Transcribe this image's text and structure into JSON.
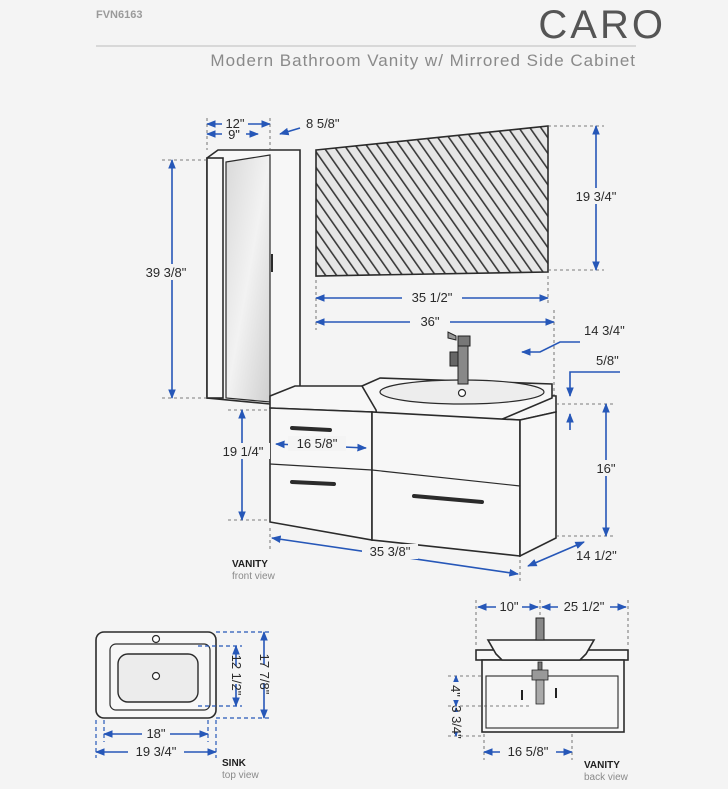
{
  "header": {
    "model": "FVN6163",
    "brand": "CARO",
    "subtitle": "Modern Bathroom Vanity w/ Mirrored Side Cabinet"
  },
  "dimensions": {
    "cab_width": "12\"",
    "cab_depth": "9\"",
    "cab_side": "8 5/8\"",
    "cab_height": "39 3/8\"",
    "mirror_height": "19 3/4\"",
    "mirror_width": "35 1/2\"",
    "overall_width": "36\"",
    "counter_depth": "14 3/4\"",
    "counter_thick": "5/8\"",
    "vanity_height": "16\"",
    "vanity_depth": "14 1/2\"",
    "drawer_width": "16 5/8\"",
    "vanity_left_h": "19 1/4\"",
    "vanity_width": "35 3/8\"",
    "sink_h_outer": "17 7/8\"",
    "sink_h_inner": "12 1/2\"",
    "sink_w_inner": "18\"",
    "sink_w_outer": "19 3/4\"",
    "back_left": "10\"",
    "back_right": "25 1/2\"",
    "back_h1": "4\"",
    "back_h2": "3 3/4\"",
    "back_bottom": "16 5/8\""
  },
  "labels": {
    "vanity_front": {
      "title": "VANITY",
      "view": "front view"
    },
    "sink_top": {
      "title": "SINK",
      "view": "top view"
    },
    "vanity_back": {
      "title": "VANITY",
      "view": "back view"
    }
  },
  "colors": {
    "dimension_line": "#2657b8",
    "outline": "#2b2b2b",
    "background": "#f4f4f4"
  }
}
